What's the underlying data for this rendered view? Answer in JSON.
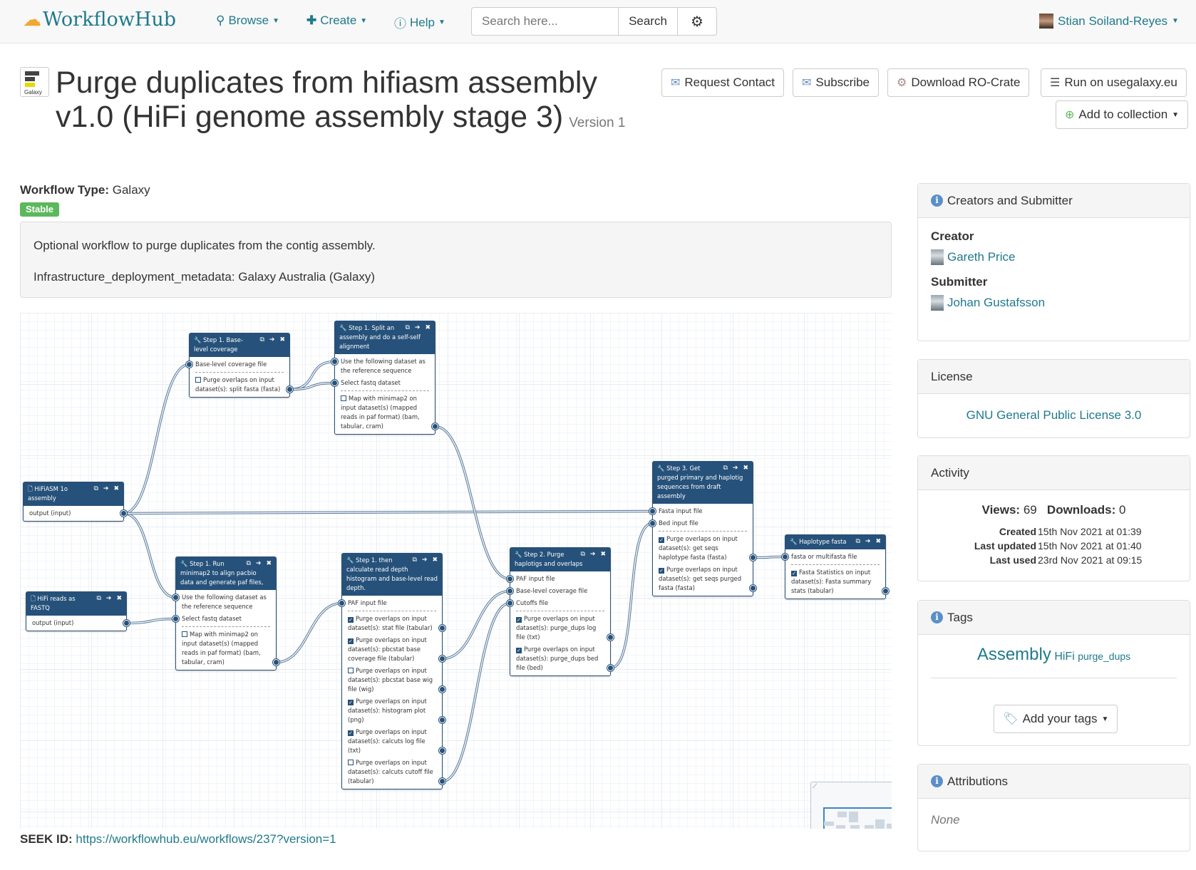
{
  "nav": {
    "brand": "WorkflowHub",
    "browse": "Browse",
    "create": "Create",
    "help": "Help",
    "search_placeholder": "Search here...",
    "search_button": "Search",
    "user": "Stian Soiland-Reyes"
  },
  "page": {
    "icon_label": "Galaxy",
    "title": "Purge duplicates from hifiasm assembly v1.0 (HiFi genome assembly stage 3)",
    "version": "Version 1",
    "buttons": {
      "request_contact": "Request Contact",
      "subscribe": "Subscribe",
      "download": "Download RO-Crate",
      "run": "Run on usegalaxy.eu",
      "add_collection": "Add to collection"
    },
    "workflow_type_label": "Workflow Type:",
    "workflow_type": "Galaxy",
    "badge": "Stable",
    "badge_color": "#5cb85c",
    "description": [
      "Optional workflow to purge duplicates from the contig assembly.",
      "Infrastructure_deployment_metadata: Galaxy Australia (Galaxy)"
    ],
    "seek_label": "SEEK ID:",
    "seek_url": "https://workflowhub.eu/workflows/237?version=1"
  },
  "workflow": {
    "nodes": [
      {
        "id": "hifiasm",
        "type": "input",
        "title": "HiFiASM 1o assembly",
        "inputs": [],
        "outputs": [
          {
            "label": "output (input)"
          }
        ]
      },
      {
        "id": "hifireads",
        "type": "input",
        "title": "HiFi reads as FASTQ",
        "inputs": [],
        "outputs": [
          {
            "label": "output (input)"
          }
        ]
      },
      {
        "id": "cov",
        "type": "tool",
        "title": "Step 1. Base-level coverage",
        "inputs": [
          "Base-level coverage file"
        ],
        "outputs": [
          {
            "label": "Purge overlaps on input dataset(s): split fasta (fasta)",
            "checked": false
          }
        ]
      },
      {
        "id": "split",
        "type": "tool",
        "title": "Step 1. Split an assembly and do a self-self alignment",
        "inputs": [
          "Use the following dataset as the reference sequence",
          "Select fastq dataset"
        ],
        "outputs": [
          {
            "label": "Map with minimap2 on input dataset(s) (mapped reads in paf format) (bam, tabular, cram)",
            "checked": false
          }
        ]
      },
      {
        "id": "run",
        "type": "tool",
        "title": "Step 1. Run minimap2 to align pacbio data and generate paf files,",
        "inputs": [
          "Use the following dataset as the reference sequence",
          "Select fastq dataset"
        ],
        "outputs": [
          {
            "label": "Map with minimap2 on input dataset(s) (mapped reads in paf format) (bam, tabular, cram)",
            "checked": false
          }
        ]
      },
      {
        "id": "then",
        "type": "tool",
        "title": "Step 1. then calculate read depth histogram and base-level read depth.",
        "inputs": [
          "PAF input file"
        ],
        "outputs": [
          {
            "label": "Purge overlaps on input dataset(s): stat file (tabular)",
            "checked": true
          },
          {
            "label": "Purge overlaps on input dataset(s): pbcstat base coverage file (tabular)",
            "checked": true
          },
          {
            "label": "Purge overlaps on input dataset(s): pbcstat base wig file (wig)",
            "checked": false
          },
          {
            "label": "Purge overlaps on input dataset(s): histogram plot (png)",
            "checked": true
          },
          {
            "label": "Purge overlaps on input dataset(s): calcuts log file (txt)",
            "checked": true
          },
          {
            "label": "Purge overlaps on input dataset(s): calcuts cutoff file (tabular)",
            "checked": false
          }
        ]
      },
      {
        "id": "step2",
        "type": "tool",
        "title": "Step 2. Purge haplotigs and overlaps",
        "inputs": [
          "PAF input file",
          "Base-level coverage file",
          "Cutoffs file"
        ],
        "outputs": [
          {
            "label": "Purge overlaps on input dataset(s): purge_dups log file (txt)",
            "checked": true
          },
          {
            "label": "Purge overlaps on input dataset(s): purge_dups bed file (bed)",
            "checked": true
          }
        ]
      },
      {
        "id": "step3",
        "type": "tool",
        "title": "Step 3. Get purged primary and haplotig sequences from draft assembly",
        "inputs": [
          "Fasta input file",
          "Bed input file"
        ],
        "outputs": [
          {
            "label": "Purge overlaps on input dataset(s): get seqs haplotype fasta (fasta)",
            "checked": true
          },
          {
            "label": "Purge overlaps on input dataset(s): get seqs purged fasta (fasta)",
            "checked": true
          }
        ]
      },
      {
        "id": "hap",
        "type": "tool",
        "title": "Haplotype fasta",
        "inputs": [
          "fasta or multifasta file"
        ],
        "outputs": [
          {
            "label": "Fasta Statistics on input dataset(s): Fasta summary stats (tabular)",
            "checked": true
          }
        ]
      }
    ],
    "connections": [
      [
        "hifiasm",
        0,
        "cov",
        0
      ],
      [
        "hifiasm",
        0,
        "run",
        0
      ],
      [
        "hifiasm",
        0,
        "step3",
        0
      ],
      [
        "cov",
        0,
        "split",
        0
      ],
      [
        "cov",
        0,
        "split",
        1
      ],
      [
        "hifireads",
        0,
        "run",
        1
      ],
      [
        "split",
        0,
        "step2",
        0
      ],
      [
        "run",
        0,
        "then",
        0
      ],
      [
        "then",
        1,
        "step2",
        1
      ],
      [
        "then",
        5,
        "step2",
        2
      ],
      [
        "step2",
        1,
        "step3",
        1
      ],
      [
        "step3",
        0,
        "hap",
        0
      ]
    ]
  },
  "sidebar": {
    "creators": {
      "title": "Creators and Submitter",
      "creator_label": "Creator",
      "creator": "Gareth Price",
      "submitter_label": "Submitter",
      "submitter": "Johan Gustafsson"
    },
    "license": {
      "title": "License",
      "name": "GNU General Public License 3.0"
    },
    "activity": {
      "title": "Activity",
      "views_label": "Views:",
      "views": "69",
      "downloads_label": "Downloads:",
      "downloads": "0",
      "created_label": "Created",
      "created": "15th Nov 2021 at 01:39",
      "updated_label": "Last updated",
      "updated": "15th Nov 2021 at 01:40",
      "used_label": "Last used",
      "used": "23rd Nov 2021 at 09:15"
    },
    "tags": {
      "title": "Tags",
      "items": [
        "Assembly",
        "HiFi",
        "purge_dups"
      ],
      "add": "Add your tags"
    },
    "attributions": {
      "title": "Attributions",
      "value": "None"
    }
  }
}
